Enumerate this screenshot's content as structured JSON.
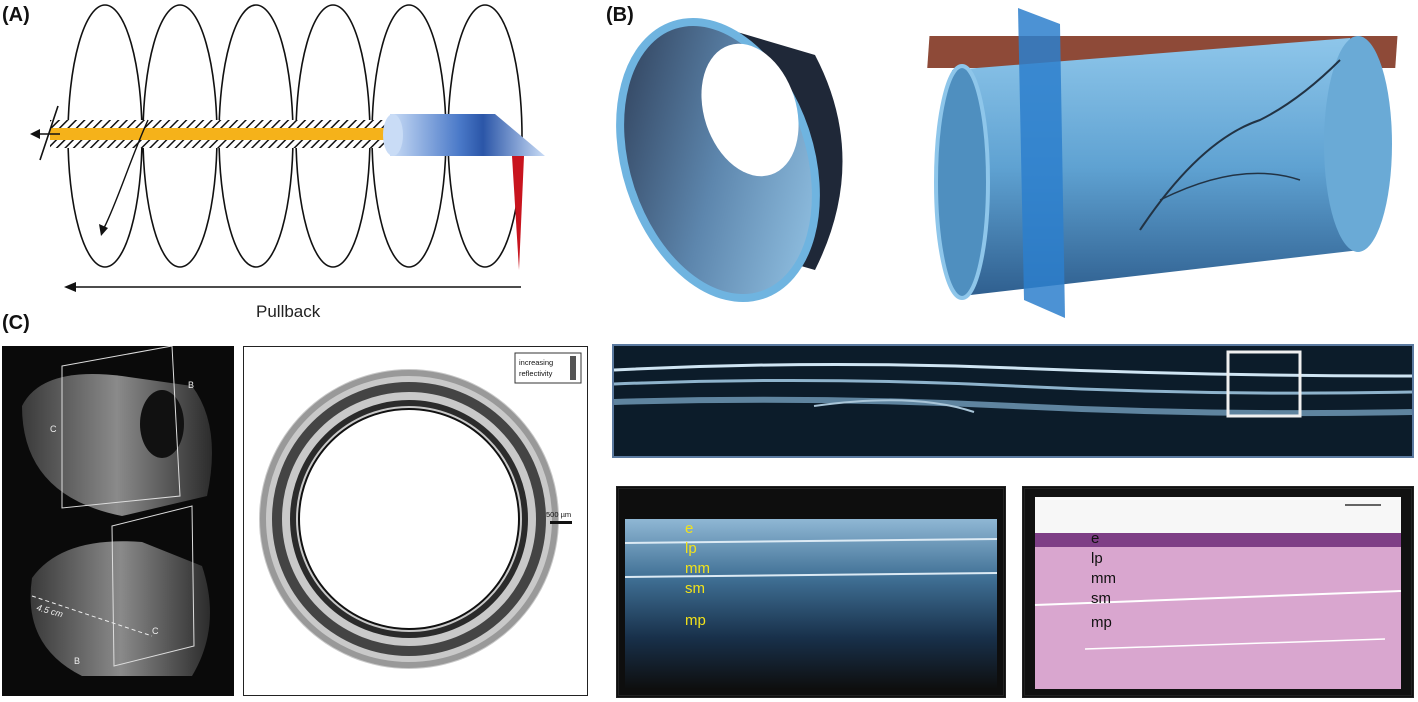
{
  "panels": {
    "a": {
      "label": "(A)",
      "pullback": "Pullback"
    },
    "b": {
      "label": "(B)"
    },
    "c": {
      "label": "(C)",
      "cut_label_b": "B",
      "cut_label_c": "C",
      "length_label": "4.5 cm",
      "legend_text_1": "increasing",
      "legend_text_2": "reflectivity",
      "scale_label": "500 µm",
      "layers": [
        "e",
        "lp",
        "mm",
        "sm",
        "mp"
      ]
    }
  },
  "colors": {
    "tube_blue": "#6fb4e0",
    "core_yellow": "#f5b21a",
    "red_beam": "#c8141e",
    "layer_label_yellow": "#f2e21a",
    "histology_pink": "#d9a6cf"
  }
}
